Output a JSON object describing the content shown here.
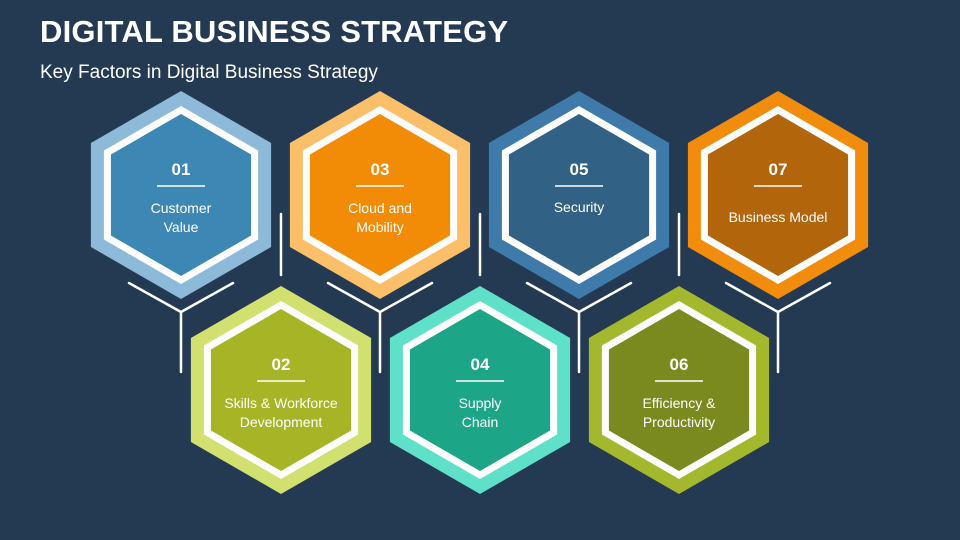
{
  "title": "DIGITAL BUSINESS STRATEGY",
  "subtitle": "Key Factors in Digital Business Strategy",
  "colors": {
    "background": "#243a52",
    "connector": "#ffffff"
  },
  "factors": [
    {
      "number": "01",
      "lines": [
        "Customer",
        "Value"
      ],
      "ring": "#8dbad9",
      "fill": "#3d87b5"
    },
    {
      "number": "02",
      "lines": [
        "Skills & Workforce",
        "Development"
      ],
      "ring": "#d2e070",
      "fill": "#a5b526"
    },
    {
      "number": "03",
      "lines": [
        "Cloud and",
        "Mobility"
      ],
      "ring": "#fbbf6a",
      "fill": "#f28b06"
    },
    {
      "number": "04",
      "lines": [
        "Supply",
        "Chain"
      ],
      "ring": "#5fe0c8",
      "fill": "#1da587"
    },
    {
      "number": "05",
      "lines": [
        "Security"
      ],
      "ring": "#3e7bab",
      "fill": "#316285"
    },
    {
      "number": "06",
      "lines": [
        "Efficiency &",
        "Productivity"
      ],
      "ring": "#a4b82e",
      "fill": "#7a8a1e"
    },
    {
      "number": "07",
      "lines": [
        "Business Model"
      ],
      "ring": "#f28c0c",
      "fill": "#b3650c"
    }
  ]
}
